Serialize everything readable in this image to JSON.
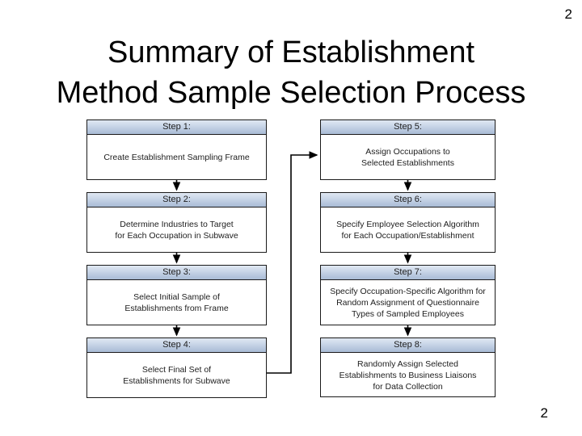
{
  "slide": {
    "page_number_top": "2",
    "page_number_bottom": "2",
    "title": "Summary of Establishment\nMethod Sample Selection Process",
    "background_color": "#ffffff"
  },
  "theme": {
    "box_header_gradient_top": "#dfe7f2",
    "box_header_gradient_bottom": "#a9bcd6",
    "box_border_color": "#1a1a1a",
    "box_body_color": "#ffffff",
    "text_color": "#1d1d1d",
    "connector_color": "#000000"
  },
  "flowchart": {
    "type": "process-flow",
    "columns": 2,
    "left_column": [
      {
        "id": "step-1",
        "header": "Step 1:",
        "body": "Create Establishment Sampling Frame"
      },
      {
        "id": "step-2",
        "header": "Step 2:",
        "body": "Determine Industries to Target\nfor Each Occupation in Subwave"
      },
      {
        "id": "step-3",
        "header": "Step 3:",
        "body": "Select Initial Sample of\nEstablishments from Frame"
      },
      {
        "id": "step-4",
        "header": "Step 4:",
        "body": "Select Final Set of\nEstablishments for Subwave"
      }
    ],
    "right_column": [
      {
        "id": "step-5",
        "header": "Step 5:",
        "body": "Assign Occupations to\nSelected Establishments"
      },
      {
        "id": "step-6",
        "header": "Step 6:",
        "body": "Specify Employee Selection Algorithm\nfor Each Occupation/Establishment"
      },
      {
        "id": "step-7",
        "header": "Step 7:",
        "body": "Specify Occupation-Specific Algorithm for\nRandom Assignment of Questionnaire\nTypes of Sampled Employees"
      },
      {
        "id": "step-8",
        "header": "Step 8:",
        "body": "Randomly Assign Selected\nEstablishments to Business Liaisons\nfor Data Collection"
      }
    ],
    "connectors": [
      {
        "from": "step-1",
        "to": "step-2",
        "kind": "vertical-arrow"
      },
      {
        "from": "step-2",
        "to": "step-3",
        "kind": "vertical-arrow"
      },
      {
        "from": "step-3",
        "to": "step-4",
        "kind": "vertical-arrow"
      },
      {
        "from": "step-4",
        "to": "step-5",
        "kind": "elbow-arrow"
      },
      {
        "from": "step-5",
        "to": "step-6",
        "kind": "vertical-arrow"
      },
      {
        "from": "step-6",
        "to": "step-7",
        "kind": "vertical-arrow"
      },
      {
        "from": "step-7",
        "to": "step-8",
        "kind": "vertical-arrow"
      }
    ]
  }
}
